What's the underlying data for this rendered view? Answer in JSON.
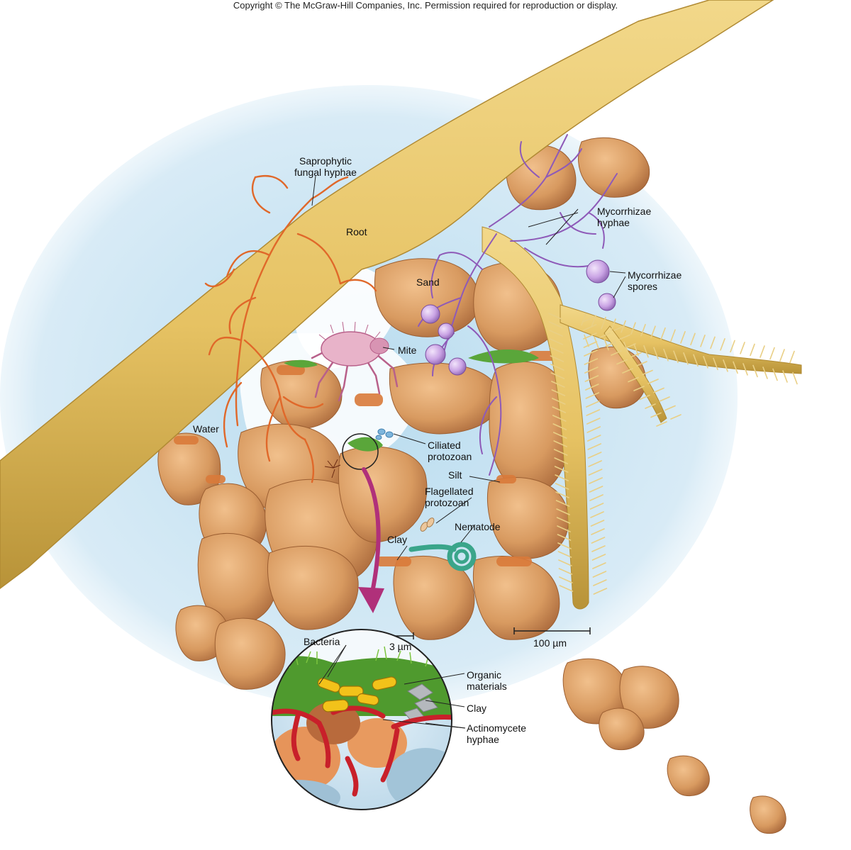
{
  "copyright": "Copyright © The McGraw-Hill Companies, Inc. Permission required for reproduction or display.",
  "labels": {
    "saprophytic": [
      "Saprophytic",
      "fungal hyphae"
    ],
    "root": "Root",
    "sand": "Sand",
    "mycorrhizae_hyphae": [
      "Mycorrhizae",
      "hyphae"
    ],
    "mycorrhizae_spores": [
      "Mycorrhizae",
      "spores"
    ],
    "mite": "Mite",
    "water": "Water",
    "ciliated": [
      "Ciliated",
      "protozoan"
    ],
    "silt": "Silt",
    "flagellated": [
      "Flagellated",
      "protozoan"
    ],
    "nematode": "Nematode",
    "clay_main": "Clay",
    "scale_large": "100 µm",
    "scale_small": "3 µm",
    "bacteria": "Bacteria",
    "organic": [
      "Organic",
      "materials"
    ],
    "clay_inset": "Clay",
    "actinomycete": [
      "Actinomycete",
      "hyphae"
    ]
  },
  "colors": {
    "root": "#e8c66a",
    "soil_particle": "#d79a62",
    "water": "#cfe6f3",
    "mycorrhizae": "#9c6cc4",
    "saprophytic_hyphae": "#e0682a",
    "actinomycete": "#c8202a",
    "bacteria": "#f2c21a",
    "nematode": "#3aa58a",
    "pointer_arrow": "#b0307a"
  }
}
